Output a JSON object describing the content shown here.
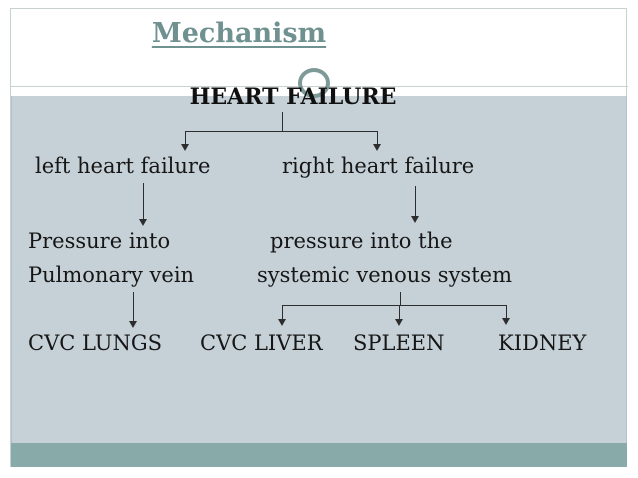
{
  "slide": {
    "title": "Mechanism",
    "diagram": {
      "root": "HEART FAILURE",
      "left": {
        "node": "left heart failure",
        "detail1": "Pressure into",
        "detail2": "Pulmonary vein",
        "outcome": "CVC LUNGS"
      },
      "right": {
        "node": "right heart failure",
        "detail1": "pressure into the",
        "detail2": "systemic venous system",
        "outcomes": [
          "CVC LIVER",
          "SPLEEN",
          "KIDNEY"
        ]
      }
    },
    "colors": {
      "title_text": "#6f918f",
      "ring": "#7e9a98",
      "content_background": "#c6d1d7",
      "bottom_bar": "#88aaa9",
      "diagram_text": "#161616",
      "connector": "#2d2d2d"
    }
  }
}
